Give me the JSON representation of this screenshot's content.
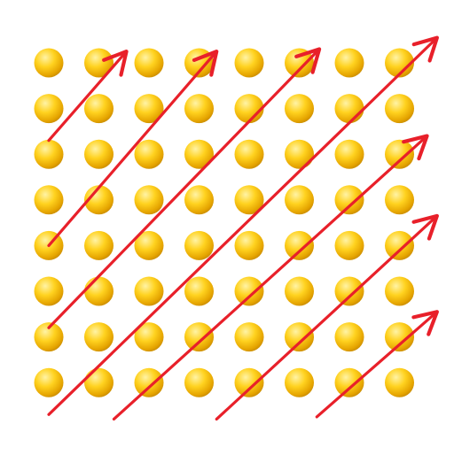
{
  "grid": {
    "rows": 8,
    "cols": 8
  },
  "colors": {
    "sphere_light": "#fff3a6",
    "sphere_mid": "#ffd21f",
    "sphere_dark": "#e5a400",
    "sphere_edge": "#c98c00",
    "arrow": "#e8202a"
  },
  "arrows": [
    {
      "from": [
        0,
        1.7
      ],
      "to": [
        1.55,
        -0.25
      ]
    },
    {
      "from": [
        0,
        4
      ],
      "to": [
        3.35,
        -0.25
      ]
    },
    {
      "from": [
        0,
        5.8
      ],
      "to": [
        5.4,
        -0.3
      ]
    },
    {
      "from": [
        0,
        7.7
      ],
      "to": [
        7.75,
        -0.55
      ]
    },
    {
      "from": [
        1.3,
        7.8
      ],
      "to": [
        7.55,
        1.6
      ]
    },
    {
      "from": [
        3.35,
        7.8
      ],
      "to": [
        7.75,
        3.35
      ]
    },
    {
      "from": [
        5.35,
        7.75
      ],
      "to": [
        7.75,
        5.45
      ]
    }
  ]
}
